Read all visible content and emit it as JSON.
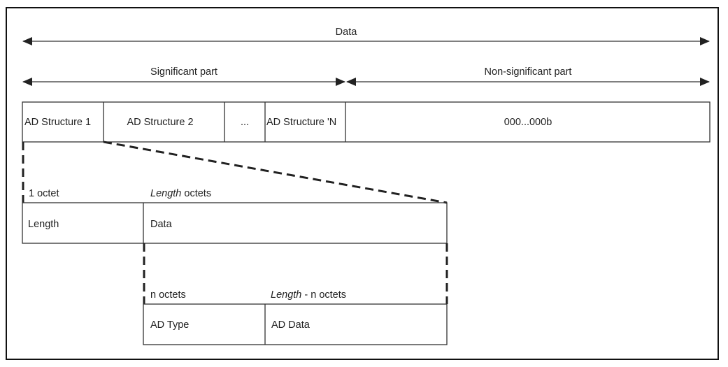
{
  "diagram": {
    "type": "data-format-structure",
    "colors": {
      "line": "#333333",
      "frame": "#111111",
      "background": "#ffffff",
      "text": "#222222"
    },
    "top_arrows": {
      "data_label": "Data",
      "significant_label": "Significant part",
      "non_significant_label": "Non-significant part"
    },
    "top_row": {
      "cells": [
        {
          "label": "AD Structure 1"
        },
        {
          "label": "AD Structure 2"
        },
        {
          "label": "..."
        },
        {
          "label": "AD Structure 'N"
        },
        {
          "label": "000...000b"
        }
      ]
    },
    "middle_row": {
      "header_left": "1 octet",
      "header_right_italic": "Length",
      "header_right_rest": " octets",
      "cells": [
        {
          "label": "Length"
        },
        {
          "label": "Data"
        }
      ]
    },
    "bottom_row": {
      "header_left": "n octets",
      "header_right_italic": "Length",
      "header_right_rest": " - n octets",
      "cells": [
        {
          "label": "AD Type"
        },
        {
          "label": "AD Data"
        }
      ]
    }
  }
}
